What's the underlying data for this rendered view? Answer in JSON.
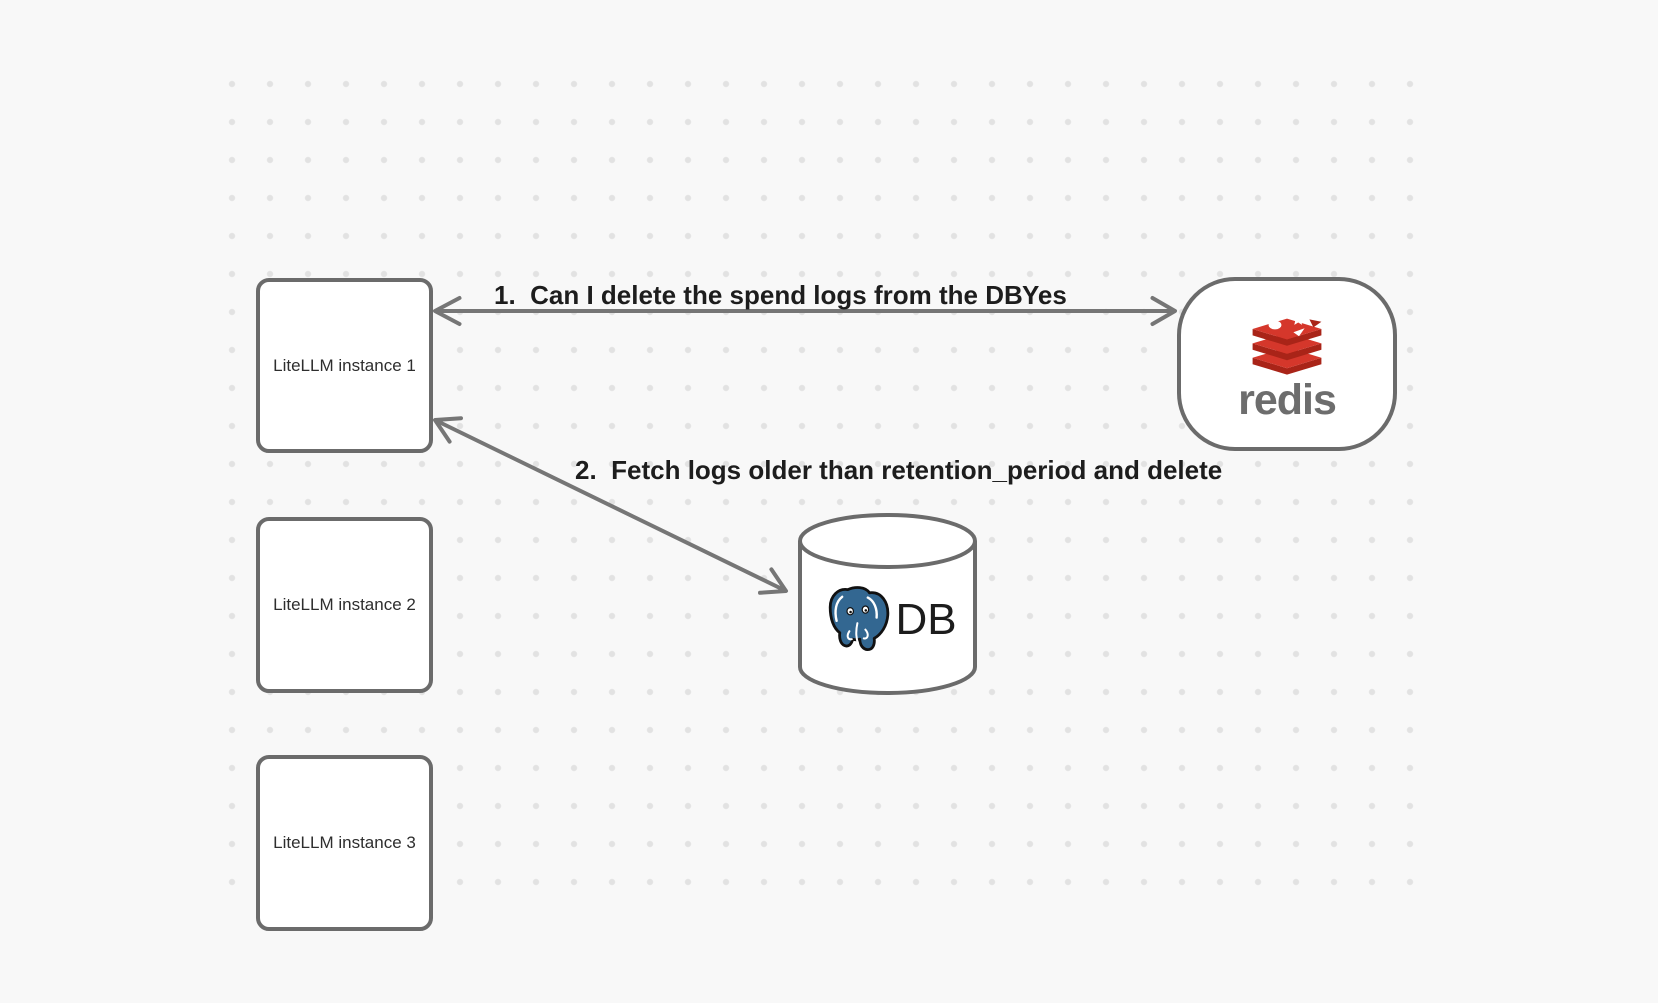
{
  "diagram": {
    "background_color": "#f8f8f8",
    "dot_color": "#e2e2e2",
    "shape_stroke_color": "#6b6b6b",
    "arrow_color": "#767676",
    "nodes": {
      "instance1": "LiteLLM instance 1",
      "instance2": "LiteLLM instance 2",
      "instance3": "LiteLLM instance 3",
      "redis_label": "redis",
      "db_label": "DB"
    },
    "annotations": {
      "step1": "1.  Can I delete the spend logs from the DB",
      "step1_answer": "Yes",
      "step2": "2.  Fetch logs older than retention_period and delete"
    },
    "icon_colors": {
      "redis_red": "#d5372b",
      "redis_dark_red": "#a92418",
      "redis_wordmark": "#6d6d6d",
      "postgres_blue": "#336791",
      "annotation_text": "#1d1d1d"
    }
  }
}
